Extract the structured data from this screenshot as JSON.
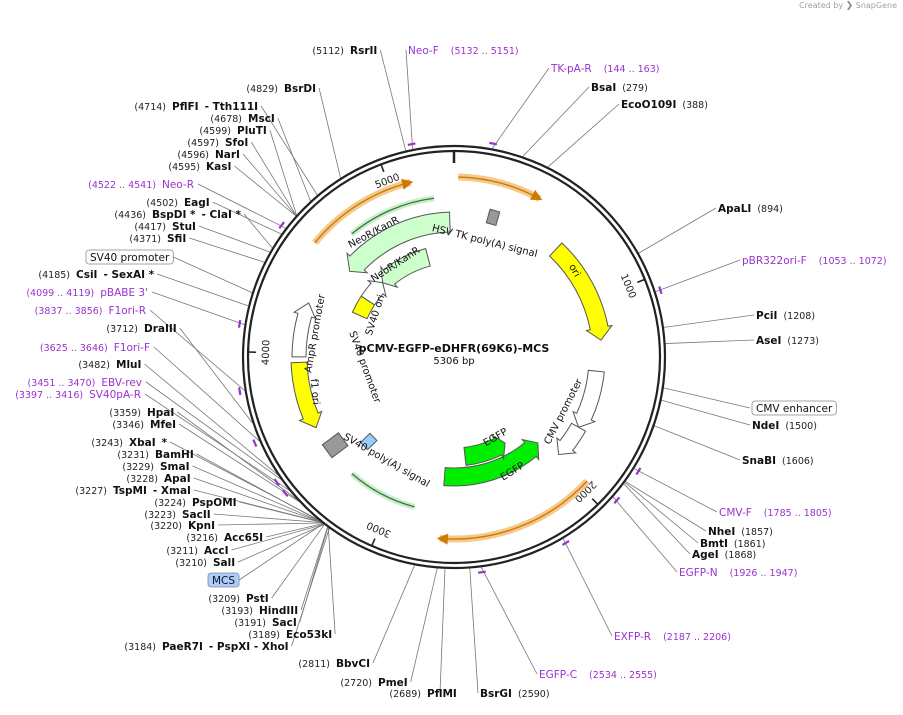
{
  "brand": {
    "prefix": "Created by",
    "name": "SnapGene"
  },
  "plasmid": {
    "name": "pCMV-EGFP-eDHFR(69K6)-MCS",
    "size": "5306 bp",
    "length": 5306
  },
  "ticks": [
    {
      "pos": 1000,
      "label": "1000"
    },
    {
      "pos": 2000,
      "label": "2000"
    },
    {
      "pos": 3000,
      "label": "3000"
    },
    {
      "pos": 4000,
      "label": "4000"
    },
    {
      "pos": 5000,
      "label": "5000"
    }
  ],
  "colors": {
    "backbone": "#222222",
    "enzyme_line": "#777777",
    "primer": "#9933cc",
    "feature_yellow": "#ffff00",
    "feature_green": "#00ee00",
    "feature_lightgreen": "#ccffcc",
    "feature_white": "#ffffff",
    "feature_gray": "#999999",
    "feature_blue": "#99ccff",
    "orf_orange": "#f5c98c",
    "mcs_box": "#aaccff"
  },
  "enzymes_right": [
    {
      "name": "BsaI",
      "pos": "(279)",
      "site": 279
    },
    {
      "name": "EcoO109I",
      "pos": "(388)",
      "site": 388
    },
    {
      "name": "ApaLI",
      "pos": "(894)",
      "site": 894
    },
    {
      "name": "PciI",
      "pos": "(1208)",
      "site": 1208
    },
    {
      "name": "AseI",
      "pos": "(1273)",
      "site": 1273
    },
    {
      "name": "NdeI",
      "pos": "(1500)",
      "site": 1500
    },
    {
      "name": "SnaBI",
      "pos": "(1606)",
      "site": 1606
    },
    {
      "name": "NheI",
      "pos": "(1857)",
      "site": 1857
    },
    {
      "name": "BmtI",
      "pos": "(1861)",
      "site": 1861
    },
    {
      "name": "AgeI",
      "pos": "(1868)",
      "site": 1868
    },
    {
      "name": "BsrGI",
      "pos": "(2590)",
      "site": 2590
    }
  ],
  "enzymes_left": [
    {
      "pos": "(2689)",
      "name": "PflMI",
      "site": 2689
    },
    {
      "pos": "(2720)",
      "name": "PmeI",
      "site": 2720
    },
    {
      "pos": "(2811)",
      "name": "BbvCI",
      "site": 2811
    },
    {
      "pos": "(3184)",
      "name": "PaeR7I",
      "extra": "- PspXI  - XhoI",
      "site": 3184
    },
    {
      "pos": "(3189)",
      "name": "Eco53kI",
      "site": 3189
    },
    {
      "pos": "(3191)",
      "name": "SacI",
      "site": 3191
    },
    {
      "pos": "(3193)",
      "name": "HindIII",
      "site": 3193
    },
    {
      "pos": "(3209)",
      "name": "PstI",
      "site": 3209
    },
    {
      "pos": "(3210)",
      "name": "SalI",
      "site": 3210
    },
    {
      "pos": "(3211)",
      "name": "AccI",
      "site": 3211
    },
    {
      "pos": "(3216)",
      "name": "Acc65I",
      "site": 3216
    },
    {
      "pos": "(3220)",
      "name": "KpnI",
      "site": 3220
    },
    {
      "pos": "(3223)",
      "name": "SacII",
      "site": 3223
    },
    {
      "pos": "(3224)",
      "name": "PspOMI",
      "site": 3224
    },
    {
      "pos": "(3227)",
      "name": "TspMI",
      "extra": "- XmaI",
      "site": 3227
    },
    {
      "pos": "(3228)",
      "name": "ApaI",
      "site": 3228
    },
    {
      "pos": "(3229)",
      "name": "SmaI",
      "site": 3229
    },
    {
      "pos": "(3231)",
      "name": "BamHI",
      "site": 3231
    },
    {
      "pos": "(3243)",
      "name": "XbaI",
      "extra": "*",
      "site": 3243
    },
    {
      "pos": "(3346)",
      "name": "MfeI",
      "site": 3346
    },
    {
      "pos": "(3359)",
      "name": "HpaI",
      "site": 3359
    },
    {
      "pos": "(3482)",
      "name": "MluI",
      "site": 3482
    },
    {
      "pos": "(3712)",
      "name": "DraIII",
      "site": 3712
    },
    {
      "pos": "(4185)",
      "name": "CsiI",
      "extra": "- SexAI *",
      "site": 4185
    },
    {
      "pos": "(4371)",
      "name": "SfiI",
      "site": 4371
    },
    {
      "pos": "(4417)",
      "name": "StuI",
      "site": 4417
    },
    {
      "pos": "(4436)",
      "name": "BspDI *",
      "extra": "- ClaI *",
      "site": 4436
    },
    {
      "pos": "(4502)",
      "name": "EagI",
      "site": 4502
    },
    {
      "pos": "(4595)",
      "name": "KasI",
      "site": 4595
    },
    {
      "pos": "(4596)",
      "name": "NarI",
      "site": 4596
    },
    {
      "pos": "(4597)",
      "name": "SfoI",
      "site": 4597
    },
    {
      "pos": "(4599)",
      "name": "PluTI",
      "site": 4599
    },
    {
      "pos": "(4678)",
      "name": "MscI",
      "site": 4678
    },
    {
      "pos": "(4714)",
      "name": "PflFI",
      "extra": "- Tth111I",
      "site": 4714
    },
    {
      "pos": "(4829)",
      "name": "BsrDI",
      "site": 4829
    },
    {
      "pos": "(5112)",
      "name": "RsrII",
      "site": 5112
    }
  ],
  "primers": [
    {
      "name": "Neo-F",
      "range": "(5132 .. 5151)",
      "site": 5140
    },
    {
      "name": "TK-pA-R",
      "range": "(144 .. 163)",
      "site": 153
    },
    {
      "name": "pBR322ori-F",
      "range": "(1053 .. 1072)",
      "site": 1062
    },
    {
      "name": "CMV-F",
      "range": "(1785 .. 1805)",
      "site": 1795
    },
    {
      "name": "EGFP-N",
      "range": "(1926 .. 1947)",
      "site": 1936
    },
    {
      "name": "EXFP-R",
      "range": "(2187 .. 2206)",
      "site": 2196
    },
    {
      "name": "EGFP-C",
      "range": "(2534 .. 2555)",
      "site": 2544
    },
    {
      "name": "Neo-R",
      "range": "(4522 .. 4541)",
      "site": 4531
    },
    {
      "name": "pBABE 3'",
      "range": "(4099 .. 4119)",
      "site": 4109
    },
    {
      "name": "F1ori-R",
      "range": "(3837 .. 3856)",
      "site": 3846
    },
    {
      "name": "F1ori-F",
      "range": "(3625 .. 3646)",
      "site": 3635
    },
    {
      "name": "EBV-rev",
      "range": "(3451 .. 3470)",
      "site": 3460
    },
    {
      "name": "SV40pA-R",
      "range": "(3397 .. 3416)",
      "site": 3406
    }
  ],
  "boxed_labels": [
    {
      "name": "SV40 promoter",
      "site": 4240
    },
    {
      "name": "CMV enhancer",
      "site": 1450
    },
    {
      "name": "MCS",
      "site": 3215
    }
  ],
  "feature_labels": {
    "hsv": "HSV TK poly(A) signal",
    "ori": "ori",
    "neo1": "NeoR/KanR",
    "neo2": "NeoR/KanR",
    "sv40ori": "SV40 ori",
    "sv40prom": "SV40 promoter",
    "ampr": "AmpR promoter",
    "f1": "f1 ori",
    "sv40pa": "SV40 poly(A) signal",
    "egfp1": "EGFP",
    "egfp2": "EGFP",
    "cmvprom": "CMV promoter",
    "cmvenh": "CMV enhancer"
  }
}
